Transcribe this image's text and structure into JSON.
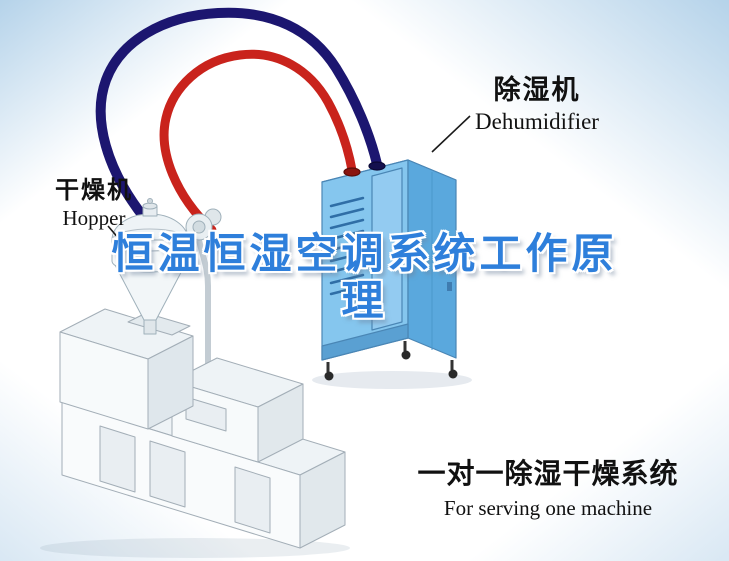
{
  "title": {
    "full": "恒温恒湿空调系统工作原理",
    "line1": "恒温恒湿空调系统工作原",
    "line2": "理"
  },
  "callouts": {
    "dehumidifier": {
      "zh": "除湿机",
      "en": "Dehumidifier"
    },
    "hopper": {
      "zh": "干燥机",
      "en": "Hopper"
    }
  },
  "caption": {
    "zh": "一对一除湿干燥系统",
    "en": "For serving one machine"
  },
  "illustration": {
    "parts": [
      "dehumidifier-unit",
      "extruder-machine",
      "hopper-dryer",
      "red-hose",
      "blue-hose",
      "casters"
    ],
    "colors": {
      "title_blue": "#2e7fdb",
      "hose_red": "#c9231c",
      "hose_navy": "#1c1670",
      "dehumidifier_front": "#85c6ee",
      "dehumidifier_side": "#5aa8dd",
      "dehumidifier_top": "#a9d9f4",
      "machine_body": "#f7fafb",
      "label_black": "#111111",
      "background_tint": "#a8cbe6"
    }
  }
}
